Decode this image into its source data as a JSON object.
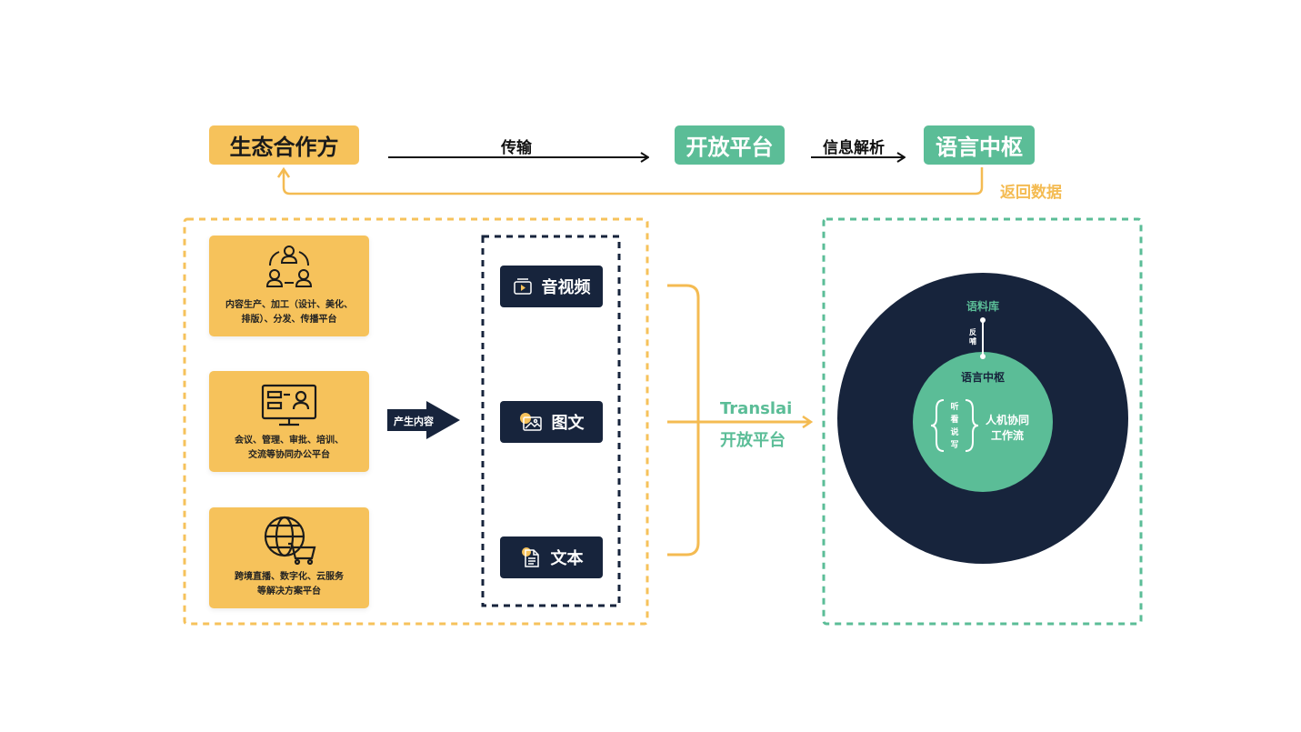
{
  "top_flow": {
    "ecosystem_partner": "生态合作方",
    "open_platform": "开放平台",
    "language_hub": "语言中枢",
    "transmit_label": "传输",
    "parse_label": "信息解析",
    "return_label": "返回数据"
  },
  "partner_cards": [
    {
      "icon": "team-cycle-icon",
      "text_line1": "内容生产、加工（设计、美化、",
      "text_line2": "排版）、分发、传播平台"
    },
    {
      "icon": "monitor-user-icon",
      "text_line1": "会议、管理、审批、培训、",
      "text_line2": "交流等协同办公平台"
    },
    {
      "icon": "globe-cart-icon",
      "text_line1": "跨境直播、数字化、云服务",
      "text_line2": "等解决方案平台"
    }
  ],
  "produce_arrow_label": "产生内容",
  "media_types": [
    {
      "icon": "video-icon",
      "label": "音视频"
    },
    {
      "icon": "image-icon",
      "label": "图文"
    },
    {
      "icon": "document-icon",
      "label": "文本"
    }
  ],
  "translai": {
    "name": "Translai",
    "subtitle": "开放平台"
  },
  "hub_circle": {
    "corpus_label": "语料库",
    "feedback_label": "反哺",
    "hub_label": "语言中枢",
    "senses": [
      "听",
      "看",
      "说",
      "写"
    ],
    "workflow_line1": "人机协同",
    "workflow_line2": "工作流"
  },
  "colors": {
    "yellow": "#f6c25b",
    "green": "#5bbd97",
    "navy": "#17243c"
  }
}
